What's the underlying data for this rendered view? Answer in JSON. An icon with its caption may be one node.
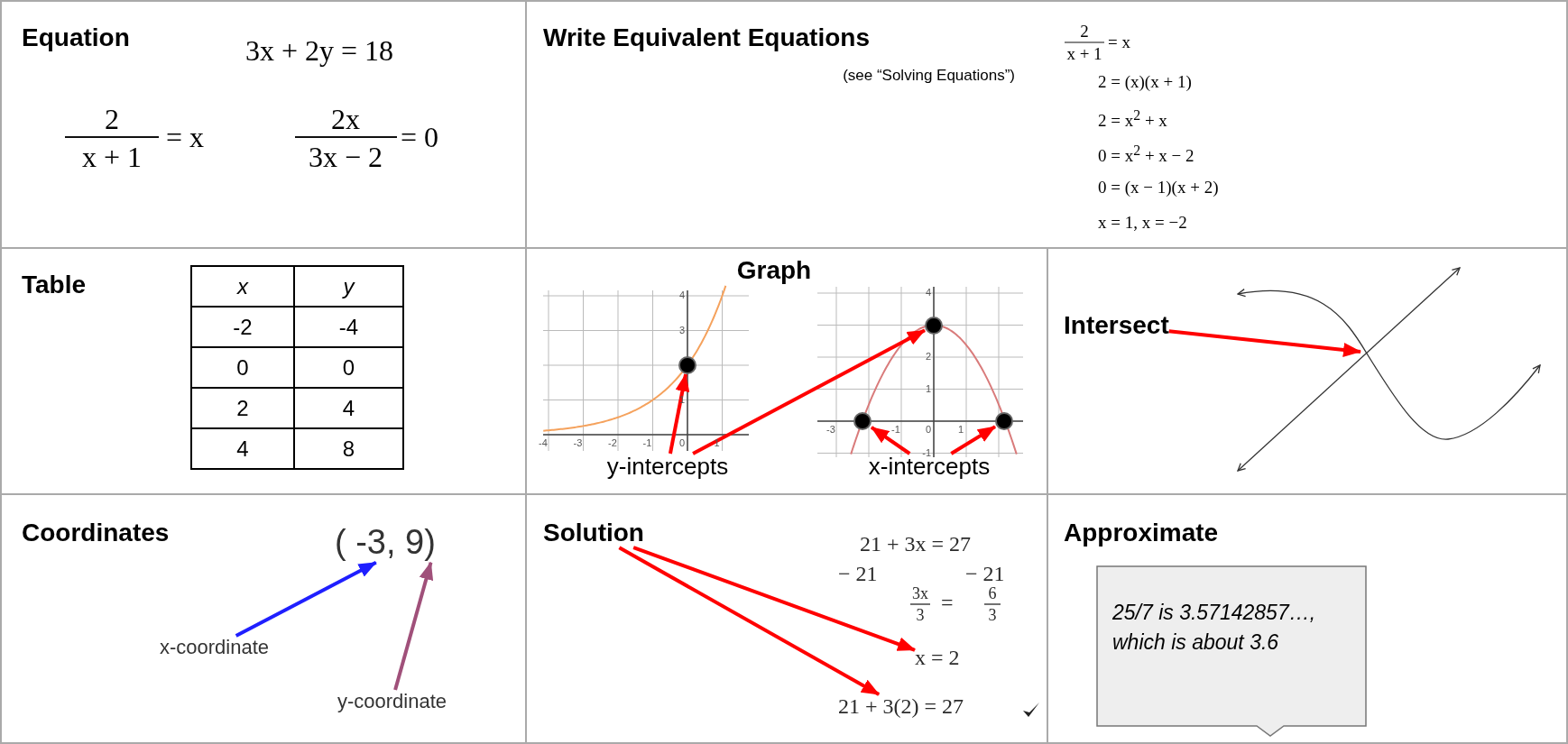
{
  "diagram": {
    "nodes": [
      {
        "text": [
          "y-intercepts"
        ]
      },
      {
        "text": [
          "x-intercepts"
        ]
      },
      {
        "text": [],
        "shape": "circle"
      },
      {
        "text": [],
        "shape": "circle"
      },
      {
        "text": [],
        "shape": "circle"
      },
      {
        "text": [],
        "shape": "circle"
      },
      {
        "text": [
          "Intersect"
        ]
      },
      {
        "text": [
          "( -3, 9)"
        ]
      },
      {
        "text": [
          "x-coordinate"
        ]
      },
      {
        "text": [
          "y-coordinate"
        ]
      },
      {
        "text": [
          "Solution"
        ]
      },
      {
        "text": [
          "x = 2"
        ]
      },
      {
        "text": [
          "21 + 3(2) = 27"
        ]
      },
      {
        "text": [
          "25/7 is 3.57142857…, which is about 3.6"
        ]
      }
    ],
    "edges": [
      {
        "from": 0,
        "to": 2,
        "arrow": "to"
      },
      {
        "from": 0,
        "to": 3,
        "arrow": "to"
      },
      {
        "from": 1,
        "to": 4,
        "arrow": "to"
      },
      {
        "from": 1,
        "to": 5,
        "arrow": "to"
      },
      {
        "from": 6,
        "to": null,
        "arrow": "to"
      },
      {
        "from": 8,
        "to": 7,
        "arrow": "to",
        "color": "#1f1fff"
      },
      {
        "from": 9,
        "to": 7,
        "arrow": "to",
        "color": "#a0507a"
      },
      {
        "from": 10,
        "to": 11,
        "arrow": "to"
      },
      {
        "from": 10,
        "to": 12,
        "arrow": "to"
      }
    ],
    "labels": [
      "Equation",
      "3x + 2y = 18",
      "2",
      "x + 1",
      "= x",
      "2x",
      "3x − 2",
      "= 0",
      "Write Equivalent Equations",
      "(see “Solving Equations”)",
      "2",
      "x + 1",
      "= x",
      "2 = (x)(x + 1)",
      "2 = x$^{2}$ + x",
      "0 = x$^{2}$ + x − 2",
      "0 = (x − 1)(x + 2)",
      "x = 1, x = −2",
      "Table",
      "x",
      "y",
      "-2",
      "-4",
      "0",
      "0",
      "2",
      "4",
      "4",
      "8",
      "Graph",
      "-4",
      "-3",
      "-2",
      "-1",
      "0",
      "1",
      "1",
      "3",
      "4",
      "-3",
      "-1",
      "0",
      "1",
      "4",
      "2",
      "1",
      "-1",
      "Coordinates",
      "21 + 3x = 27",
      "− 21",
      "− 21",
      "3x",
      "3",
      "=",
      "6",
      "3",
      "Approximate"
    ]
  }
}
